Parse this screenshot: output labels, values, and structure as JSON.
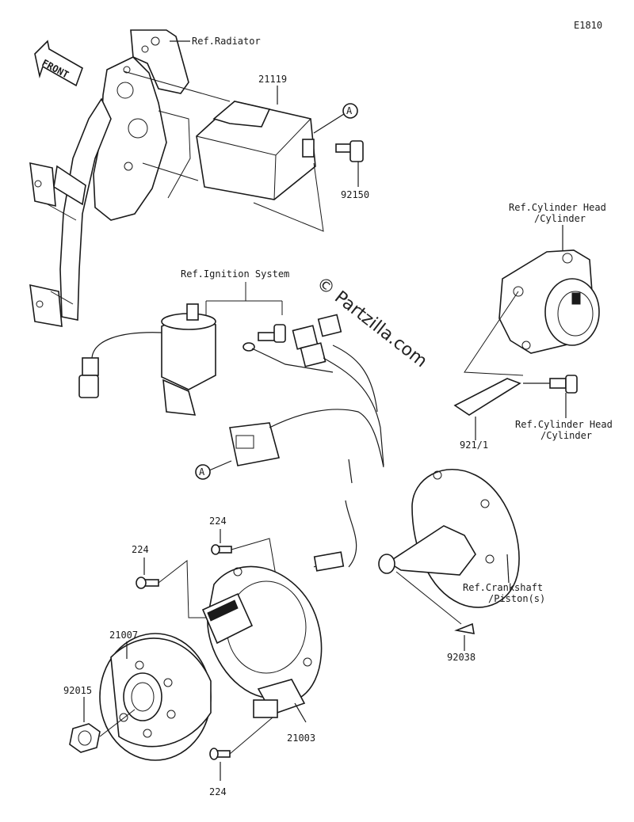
{
  "diagram_code": "E1810",
  "front_label": "FRONT",
  "watermark": "© Partzilla.com",
  "labels": {
    "ref_radiator": "Ref.Radiator",
    "p21119": "21119",
    "p92150": "92150",
    "ref_cyl_head_top_1": "Ref.Cylinder Head",
    "ref_cyl_head_top_2": "/Cylinder",
    "ref_ignition": "Ref.Ignition System",
    "ref_cyl_head_bot_1": "Ref.Cylinder Head",
    "ref_cyl_head_bot_2": "/Cylinder",
    "p9211": "921/1",
    "p224_top": "224",
    "p224_left": "224",
    "p224_bottom": "224",
    "p21007": "21007",
    "p92015": "92015",
    "p21003": "21003",
    "p92038": "92038",
    "ref_crank_1": "Ref.Crankshaft",
    "ref_crank_2": "/Piston(s)"
  },
  "callouts": {
    "a_top": "A",
    "a_mid": "A"
  }
}
